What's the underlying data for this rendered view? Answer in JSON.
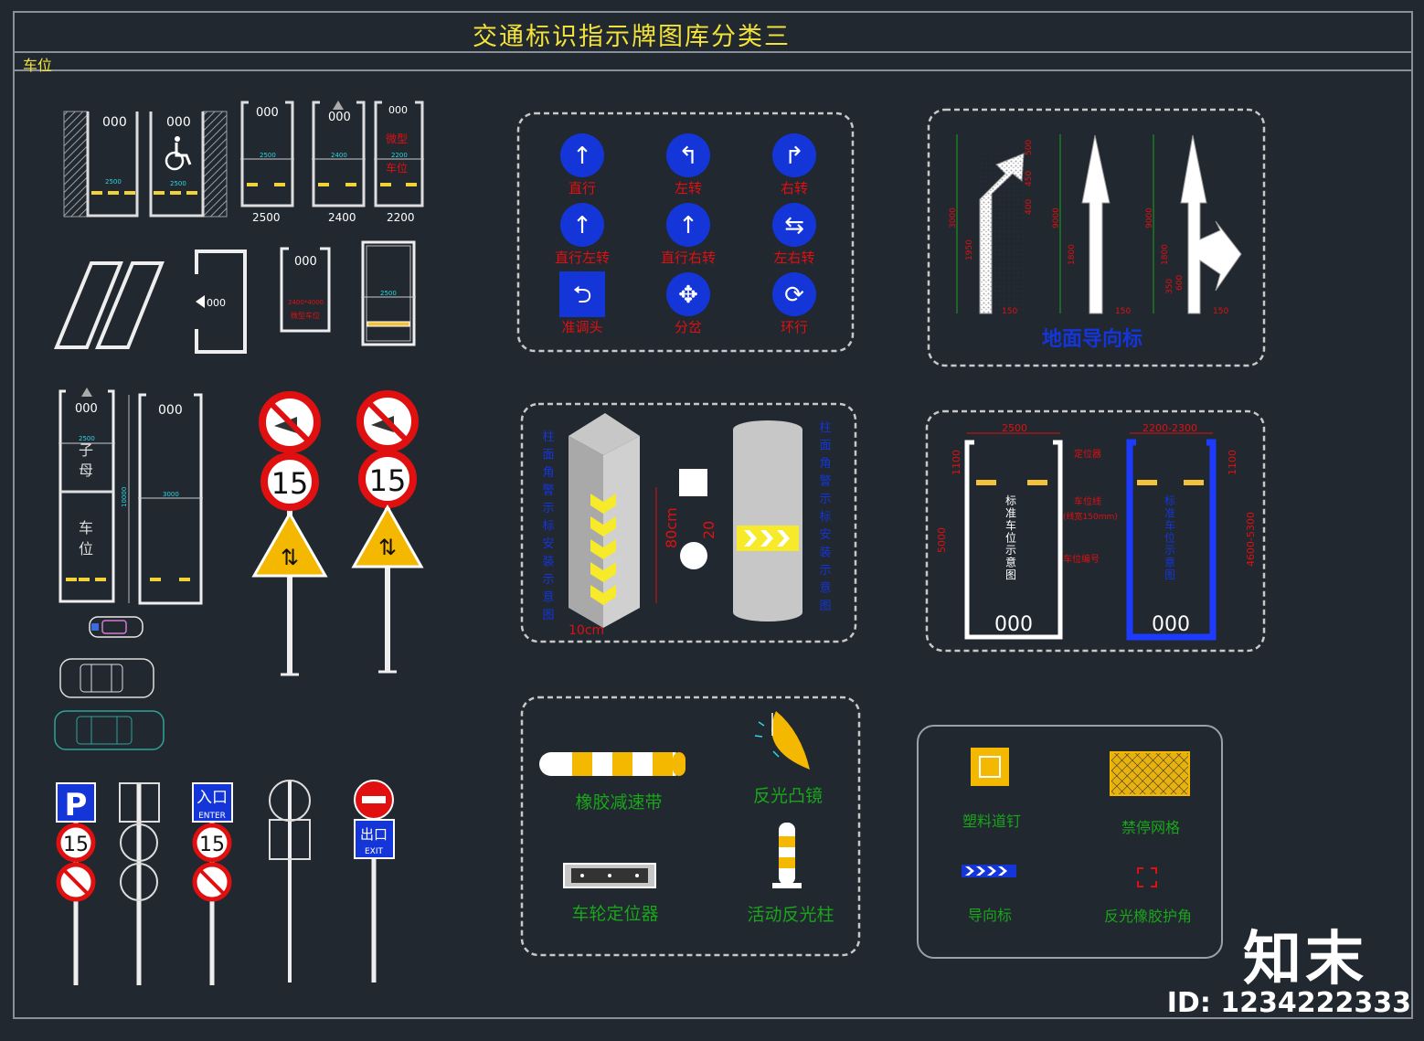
{
  "title": "交通标识指示牌图库分类三",
  "category": "车位",
  "parking": {
    "number": "000",
    "width_2500": "2500",
    "width_2400": "2400",
    "width_2200": "2200",
    "micro_line1": "微型",
    "micro_line2": "车位",
    "micro_size": "2400*4000",
    "micro_label": "微型车位",
    "zimu_1": "子",
    "zimu_2": "母",
    "chewei_1": "车",
    "chewei_2": "位",
    "len_10000": "10000",
    "w_3000": "3000"
  },
  "speed_limit": "15",
  "signs_blue": [
    "直行",
    "左转",
    "右转",
    "直行左转",
    "直行右转",
    "左右转",
    "准调头",
    "分岔",
    "环行"
  ],
  "ground_arrow": {
    "caption": "地面导向标",
    "dims_a": [
      "3000",
      "1950",
      "150",
      "500",
      "450",
      "400"
    ],
    "dims_b": [
      "9000",
      "1800",
      "150"
    ],
    "dims_c": [
      "9000",
      "1800",
      "350",
      "600",
      "150"
    ]
  },
  "corner_protect": {
    "left_caption": "柱面角警示标安装示意图",
    "right_caption": "柱面角警示标安装示意图",
    "d_80": "80cm",
    "d_10": "10cm",
    "d_20": "20"
  },
  "spot_diagram": {
    "w1": "2500",
    "w2": "2200-2300",
    "h1": "1100",
    "h2": "1100",
    "len1": "5000",
    "len2": "4600-5300",
    "positioner": "定位器",
    "line": "车位线",
    "line_width": "(线宽150mm)",
    "number_label": "车位编号",
    "std_caption": "标准车位示意图",
    "num": "000"
  },
  "devices": [
    "橡胶减速带",
    "反光凸镜",
    "车轮定位器",
    "活动反光柱"
  ],
  "devices2": [
    "塑料道钉",
    "禁停网格",
    "导向标",
    "反光橡胶护角"
  ],
  "post_signs": {
    "entry": "入口",
    "entry_en": "ENTER",
    "exit": "出口",
    "exit_en": "EXIT",
    "p": "P"
  },
  "brand": {
    "name": "知末",
    "id": "ID: 1234222333"
  },
  "colors": {
    "bg": "#212830",
    "yellow": "#f2e23a",
    "blue": "#1436d8",
    "red": "#e01010",
    "green": "#1aa51a",
    "white": "#ffffff"
  }
}
